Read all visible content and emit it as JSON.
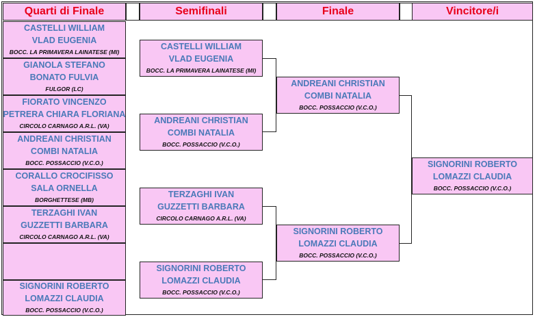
{
  "headers": {
    "quarti": "Quarti di Finale",
    "semifinali": "Semifinali",
    "finale": "Finale",
    "vincitori": "Vincitore/i"
  },
  "quarti": [
    {
      "p1": "CASTELLI WILLIAM",
      "p2": "VLAD EUGENIA",
      "club": "BOCC. LA PRIMAVERA LAINATESE (MI)"
    },
    {
      "p1": "GIANOLA STEFANO",
      "p2": "BONATO FULVIA",
      "club": "FULGOR (LC)"
    },
    {
      "p1": "FIORATO VINCENZO",
      "p2": "PETRERA CHIARA FLORIANA",
      "club": "CIRCOLO CARNAGO A.R.L. (VA)"
    },
    {
      "p1": "ANDREANI CHRISTIAN",
      "p2": "COMBI NATALIA",
      "club": "BOCC. POSSACCIO (V.C.O.)"
    },
    {
      "p1": "CORALLO CROCIFISSO",
      "p2": "SALA ORNELLA",
      "club": "BORGHETTESE (MB)"
    },
    {
      "p1": "TERZAGHI IVAN",
      "p2": "GUZZETTI BARBARA",
      "club": "CIRCOLO CARNAGO A.R.L. (VA)"
    },
    {
      "p1": "",
      "p2": "",
      "club": ""
    },
    {
      "p1": "SIGNORINI ROBERTO",
      "p2": "LOMAZZI CLAUDIA",
      "club": "BOCC. POSSACCIO (V.C.O.)"
    }
  ],
  "semifinali": [
    {
      "p1": "CASTELLI WILLIAM",
      "p2": "VLAD EUGENIA",
      "club": "BOCC. LA PRIMAVERA LAINATESE (MI)"
    },
    {
      "p1": "ANDREANI CHRISTIAN",
      "p2": "COMBI NATALIA",
      "club": "BOCC. POSSACCIO (V.C.O.)"
    },
    {
      "p1": "TERZAGHI IVAN",
      "p2": "GUZZETTI BARBARA",
      "club": "CIRCOLO CARNAGO A.R.L. (VA)"
    },
    {
      "p1": "SIGNORINI ROBERTO",
      "p2": "LOMAZZI CLAUDIA",
      "club": "BOCC. POSSACCIO (V.C.O.)"
    }
  ],
  "finale": [
    {
      "p1": "ANDREANI CHRISTIAN",
      "p2": "COMBI NATALIA",
      "club": "BOCC. POSSACCIO (V.C.O.)"
    },
    {
      "p1": "SIGNORINI ROBERTO",
      "p2": "LOMAZZI CLAUDIA",
      "club": "BOCC. POSSACCIO (V.C.O.)"
    }
  ],
  "vincitore": {
    "p1": "SIGNORINI ROBERTO",
    "p2": "LOMAZZI CLAUDIA",
    "club": "BOCC. POSSACCIO (V.C.O.)"
  },
  "colors": {
    "cell": "#f9c7f4",
    "header_text": "#e8001a",
    "name_text": "#4a79b8"
  }
}
